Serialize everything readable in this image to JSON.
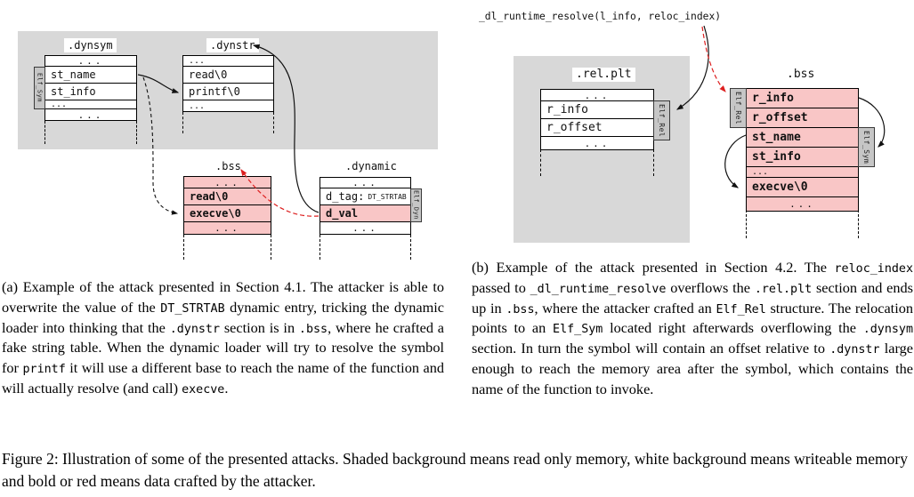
{
  "colors": {
    "pink": "#f9c6c6",
    "graybg": "#d8d8d8",
    "tabbg": "#c6c6c6",
    "red": "#dd1f1f",
    "ink": "#111111"
  },
  "diagram_a": {
    "dynsym": {
      "label": ".dynsym",
      "tab": "Elf_Sym",
      "rows": [
        {
          "text": "..."
        },
        {
          "text": "st_name"
        },
        {
          "text": "st_info"
        },
        {
          "text": "..."
        },
        {
          "text": "..."
        }
      ]
    },
    "dynstr": {
      "label": ".dynstr",
      "rows": [
        {
          "text": "..."
        },
        {
          "text": "read\\0"
        },
        {
          "text": "printf\\0"
        },
        {
          "text": "..."
        }
      ]
    },
    "bss": {
      "label": ".bss",
      "rows": [
        {
          "text": "..."
        },
        {
          "text": "read\\0"
        },
        {
          "text": "execve\\0"
        },
        {
          "text": "..."
        }
      ]
    },
    "dynamic": {
      "label": ".dynamic",
      "tab": "Elf_Dyn",
      "rows": [
        {
          "text": "..."
        },
        {
          "label": "d_tag:",
          "value": "DT_STRTAB"
        },
        {
          "text": "d_val"
        },
        {
          "text": "..."
        }
      ]
    },
    "caption_segments": [
      {
        "t": "(a) Example of the attack presented in Section 4.1. The attacker is able to overwrite the value of the "
      },
      {
        "t": "DT_STRTAB",
        "mono": true
      },
      {
        "t": " dynamic entry, tricking the dynamic loader into thinking that the "
      },
      {
        "t": ".dynstr",
        "mono": true
      },
      {
        "t": " section is in "
      },
      {
        "t": ".bss",
        "mono": true
      },
      {
        "t": ", where he crafted a fake string table. When the dynamic loader will try to resolve the symbol for "
      },
      {
        "t": "printf",
        "mono": true
      },
      {
        "t": " it will use a different base to reach the name of the function and will actually resolve (and call) "
      },
      {
        "t": "execve",
        "mono": true
      },
      {
        "t": "."
      }
    ]
  },
  "diagram_b": {
    "header": "_dl_runtime_resolve(l_info, reloc_index)",
    "relplt": {
      "label": ".rel.plt",
      "tab": "Elf_Rel",
      "rows": [
        {
          "text": "..."
        },
        {
          "text": "r_info"
        },
        {
          "text": "r_offset"
        },
        {
          "text": "..."
        }
      ]
    },
    "bss": {
      "label": ".bss",
      "tab_left": "Elf_Rel",
      "tab_right": "Elf_Sym",
      "rows": [
        {
          "text": "r_info"
        },
        {
          "text": "r_offset"
        },
        {
          "text": "st_name"
        },
        {
          "text": "st_info"
        },
        {
          "text": "..."
        },
        {
          "text": "execve\\0"
        },
        {
          "text": "..."
        }
      ]
    },
    "caption_segments": [
      {
        "t": "(b) Example of the attack presented in Section 4.2.  The "
      },
      {
        "t": "reloc_index",
        "mono": true
      },
      {
        "t": " passed to "
      },
      {
        "t": "_dl_runtime_resolve",
        "mono": true
      },
      {
        "t": " overflows the "
      },
      {
        "t": ".rel.plt",
        "mono": true
      },
      {
        "t": " section and ends up in "
      },
      {
        "t": ".bss",
        "mono": true
      },
      {
        "t": ", where the attacker crafted an "
      },
      {
        "t": "Elf_Rel",
        "mono": true
      },
      {
        "t": " structure. The relocation points to an "
      },
      {
        "t": "Elf_Sym",
        "mono": true
      },
      {
        "t": " located right afterwards overflowing the "
      },
      {
        "t": ".dynsym",
        "mono": true
      },
      {
        "t": " section. In turn the symbol will contain an offset relative to "
      },
      {
        "t": ".dynstr",
        "mono": true
      },
      {
        "t": " large enough to reach the memory area after the symbol, which contains the name of the function to invoke."
      }
    ]
  },
  "figure_caption": "Figure 2: Illustration of some of the presented attacks. Shaded background means read only memory, white background means writeable memory and bold or red means data crafted by the attacker."
}
